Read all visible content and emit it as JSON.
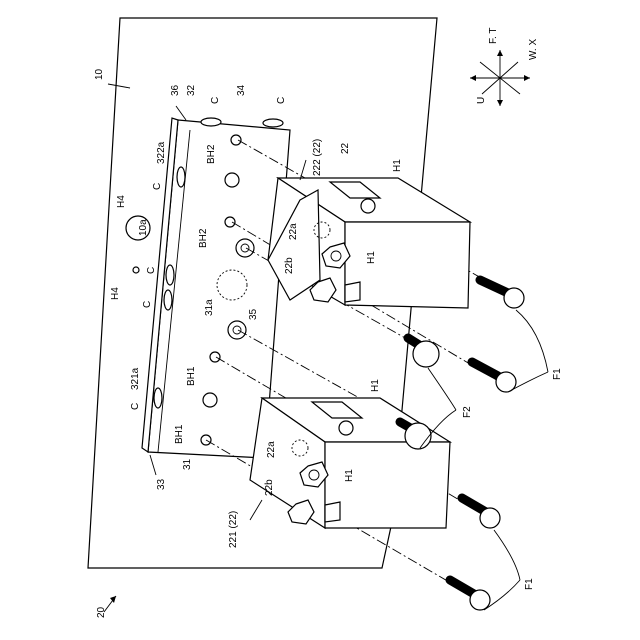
{
  "labels": {
    "fig": "20",
    "plate": "10",
    "plate_hole": "10a",
    "block_main": "36",
    "block_32": "32",
    "block_34": "34",
    "block_33": "33",
    "block_31": "31",
    "hole_31a": "31a",
    "hole_35": "35",
    "port_322a": "322a",
    "port_321a": "321a",
    "c": "C",
    "bh1": "BH1",
    "bh2": "BH2",
    "h1": "H1",
    "h4": "H4",
    "valve_222": "222 (22)",
    "valve_221": "221 (22)",
    "valve_22": "22",
    "port_22a": "22a",
    "port_22b": "22b",
    "f1": "F1",
    "f2": "F2",
    "axis_ft": "F. T",
    "axis_wx": "W. X",
    "axis_u": "U"
  }
}
